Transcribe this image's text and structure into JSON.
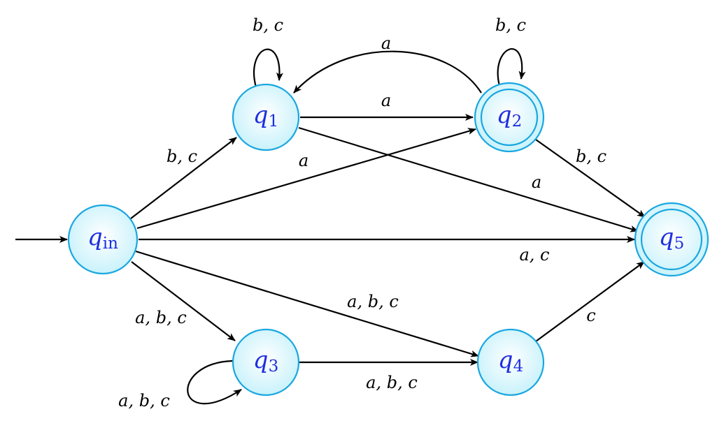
{
  "diagram": {
    "type": "finite-automaton",
    "colors": {
      "state_stroke": "#1aa7e0",
      "state_fill_center": "#ffffff",
      "state_fill_edge": "#c9f2fb",
      "state_text": "#1f2fe0",
      "edge": "#000000"
    },
    "states": [
      {
        "id": "qin",
        "main": "q",
        "sub": "in",
        "initial": true,
        "accepting": false
      },
      {
        "id": "q1",
        "main": "q",
        "sub": "1",
        "initial": false,
        "accepting": false
      },
      {
        "id": "q2",
        "main": "q",
        "sub": "2",
        "initial": false,
        "accepting": true
      },
      {
        "id": "q3",
        "main": "q",
        "sub": "3",
        "initial": false,
        "accepting": false
      },
      {
        "id": "q4",
        "main": "q",
        "sub": "4",
        "initial": false,
        "accepting": false
      },
      {
        "id": "q5",
        "main": "q",
        "sub": "5",
        "initial": false,
        "accepting": true
      }
    ],
    "edges": [
      {
        "id": "e-q1-q1",
        "from": "q1",
        "to": "q1",
        "label": "b, c"
      },
      {
        "id": "e-q2-q2",
        "from": "q2",
        "to": "q2",
        "label": "b, c"
      },
      {
        "id": "e-q2-q1",
        "from": "q2",
        "to": "q1",
        "label": "a"
      },
      {
        "id": "e-q1-q2",
        "from": "q1",
        "to": "q2",
        "label": "a"
      },
      {
        "id": "e-qin-q1",
        "from": "qin",
        "to": "q1",
        "label": "b, c"
      },
      {
        "id": "e-qin-q2",
        "from": "qin",
        "to": "q2",
        "label": "a"
      },
      {
        "id": "e-q2-q5",
        "from": "q2",
        "to": "q5",
        "label": "b, c"
      },
      {
        "id": "e-q1-q5",
        "from": "q1",
        "to": "q5",
        "label": "a"
      },
      {
        "id": "e-qin-q5",
        "from": "qin",
        "to": "q5",
        "label": "a, c"
      },
      {
        "id": "e-qin-q4",
        "from": "qin",
        "to": "q4",
        "label": "a, b, c"
      },
      {
        "id": "e-qin-q3",
        "from": "qin",
        "to": "q3",
        "label": "a, b, c"
      },
      {
        "id": "e-q4-q5",
        "from": "q4",
        "to": "q5",
        "label": "c"
      },
      {
        "id": "e-q3-q4",
        "from": "q3",
        "to": "q4",
        "label": "a, b, c"
      },
      {
        "id": "e-q3-q3",
        "from": "q3",
        "to": "q3",
        "label": "a, b, c"
      }
    ]
  }
}
